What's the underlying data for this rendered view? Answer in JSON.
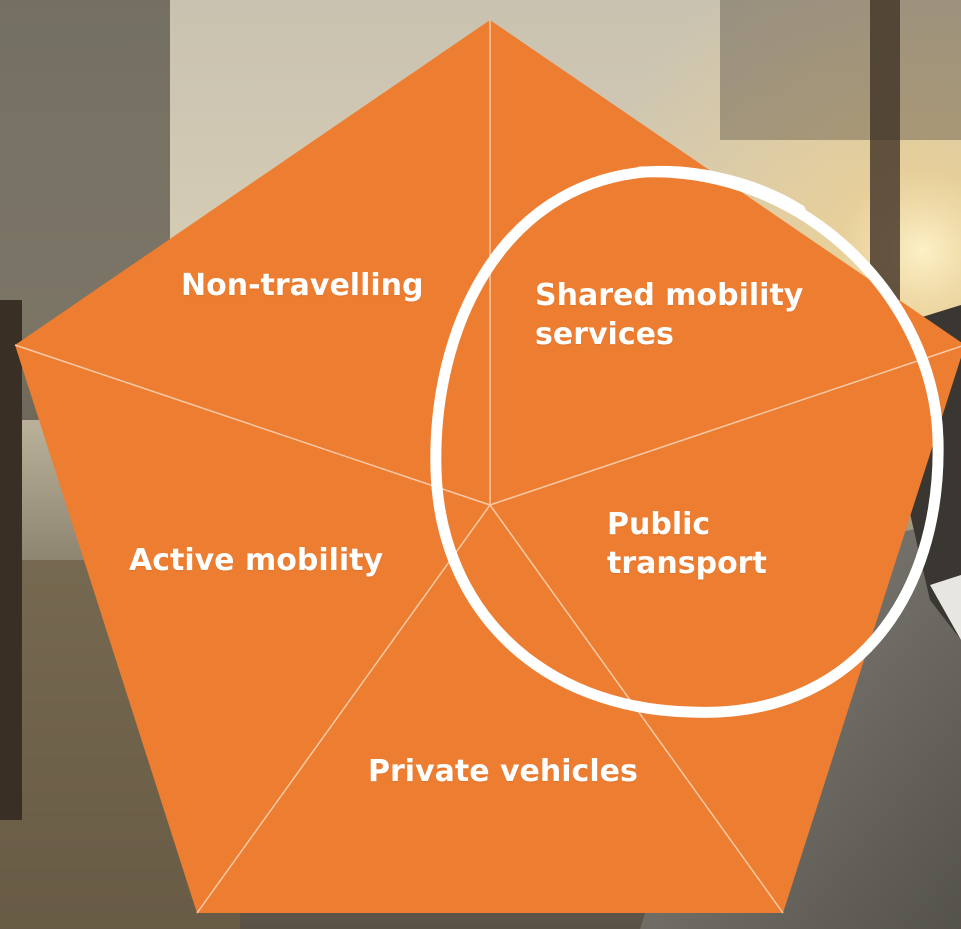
{
  "colors": {
    "pentagon_fill": "#ED7D31",
    "divider": "#F7C9A8",
    "highlight_ring": "#FFFFFF",
    "label_text": "#FFFFFF"
  },
  "background": {
    "description_icon": "forest-road-photo"
  },
  "segments": [
    {
      "id": "non-travelling",
      "label": "Non-travelling"
    },
    {
      "id": "shared-mobility",
      "label": "Shared mobility\nservices"
    },
    {
      "id": "public-transport",
      "label": "Public\ntransport"
    },
    {
      "id": "private-vehicles",
      "label": "Private vehicles"
    },
    {
      "id": "active-mobility",
      "label": "Active mobility"
    }
  ],
  "highlight": {
    "encloses": [
      "Shared mobility services",
      "Public transport"
    ]
  }
}
